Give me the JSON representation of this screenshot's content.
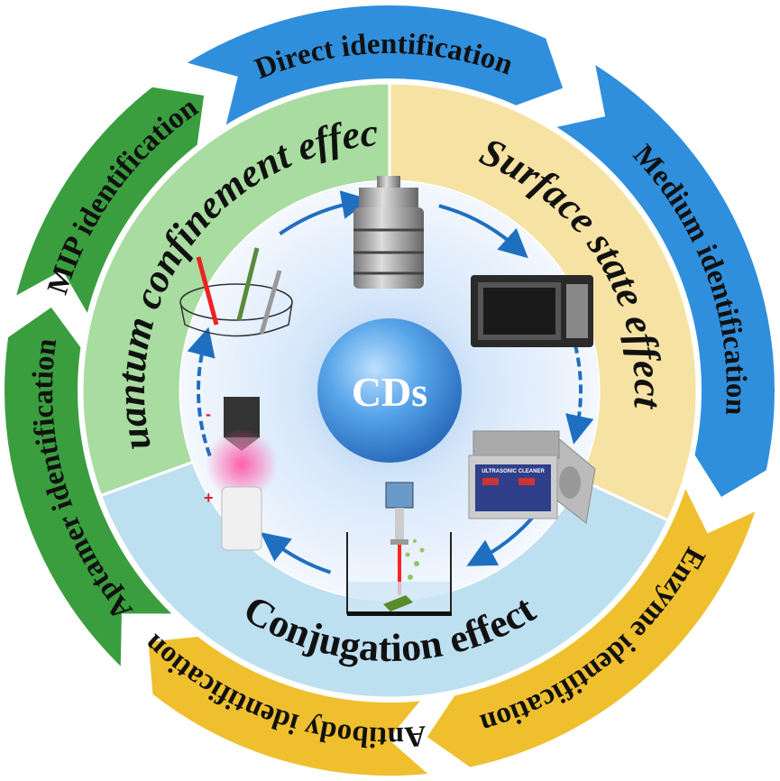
{
  "center_label": "CDs",
  "outer_ring": [
    {
      "id": "direct",
      "label": "Direct identification",
      "color": "#2f8fdc"
    },
    {
      "id": "medium",
      "label": "Medium identification",
      "color": "#2f8fdc"
    },
    {
      "id": "enzyme",
      "label": "Enzyme identification",
      "color": "#efbf2e"
    },
    {
      "id": "antibody",
      "label": "Antibody identification",
      "color": "#efbf2e"
    },
    {
      "id": "aptamer",
      "label": "Aptamer identification",
      "color": "#3a9e3e"
    },
    {
      "id": "mip",
      "label": "MIP identification",
      "color": "#3a9e3e"
    }
  ],
  "middle_ring": [
    {
      "id": "quantum",
      "label": "Quantum confinement effect",
      "color": "#a9dca0"
    },
    {
      "id": "surface",
      "label": "Surface state effect",
      "color": "#f6e2a2"
    },
    {
      "id": "conjugation",
      "label": "Conjugation effect",
      "color": "#bde0f1"
    }
  ],
  "synthesis_methods": {
    "autoclave": "hydrothermal-autoclave-icon",
    "microwave": "microwave-icon",
    "ultrasonic": "ultrasonic-cleaner-icon",
    "ultrasonic_label": "ULTRASONIC CLEANER",
    "laser": "laser-ablation-icon",
    "arc": "arc-discharge-icon",
    "arc_minus": "-",
    "arc_plus": "+",
    "electrochem": "electrochemical-cell-icon"
  },
  "arrow_color": "#1f6fc0"
}
